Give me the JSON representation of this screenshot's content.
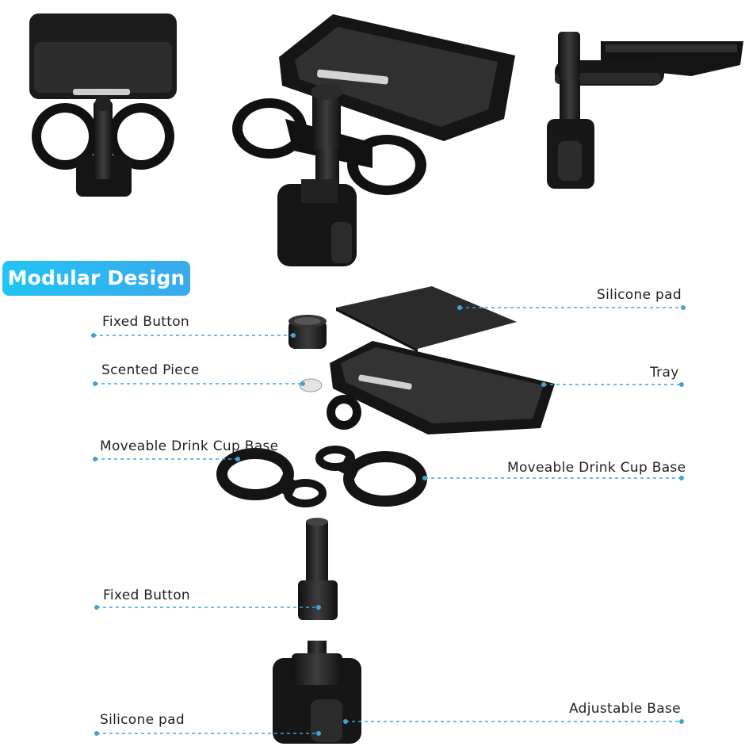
{
  "section_title": "Modular Design",
  "labels": {
    "silicone_pad_top": "Silicone pad",
    "fixed_button_top": "Fixed Button",
    "scented_piece": "Scented Piece",
    "tray": "Tray",
    "cup_base_left": "Moveable Drink Cup Base",
    "cup_base_right": "Moveable Drink Cup Base",
    "fixed_button_bottom": "Fixed Button",
    "silicone_pad_bottom": "Silicone pad",
    "adjustable_base": "Adjustable Base"
  },
  "colors": {
    "accent": "#22bff2",
    "leader_line": "#43a3d8",
    "product": "#141414"
  }
}
